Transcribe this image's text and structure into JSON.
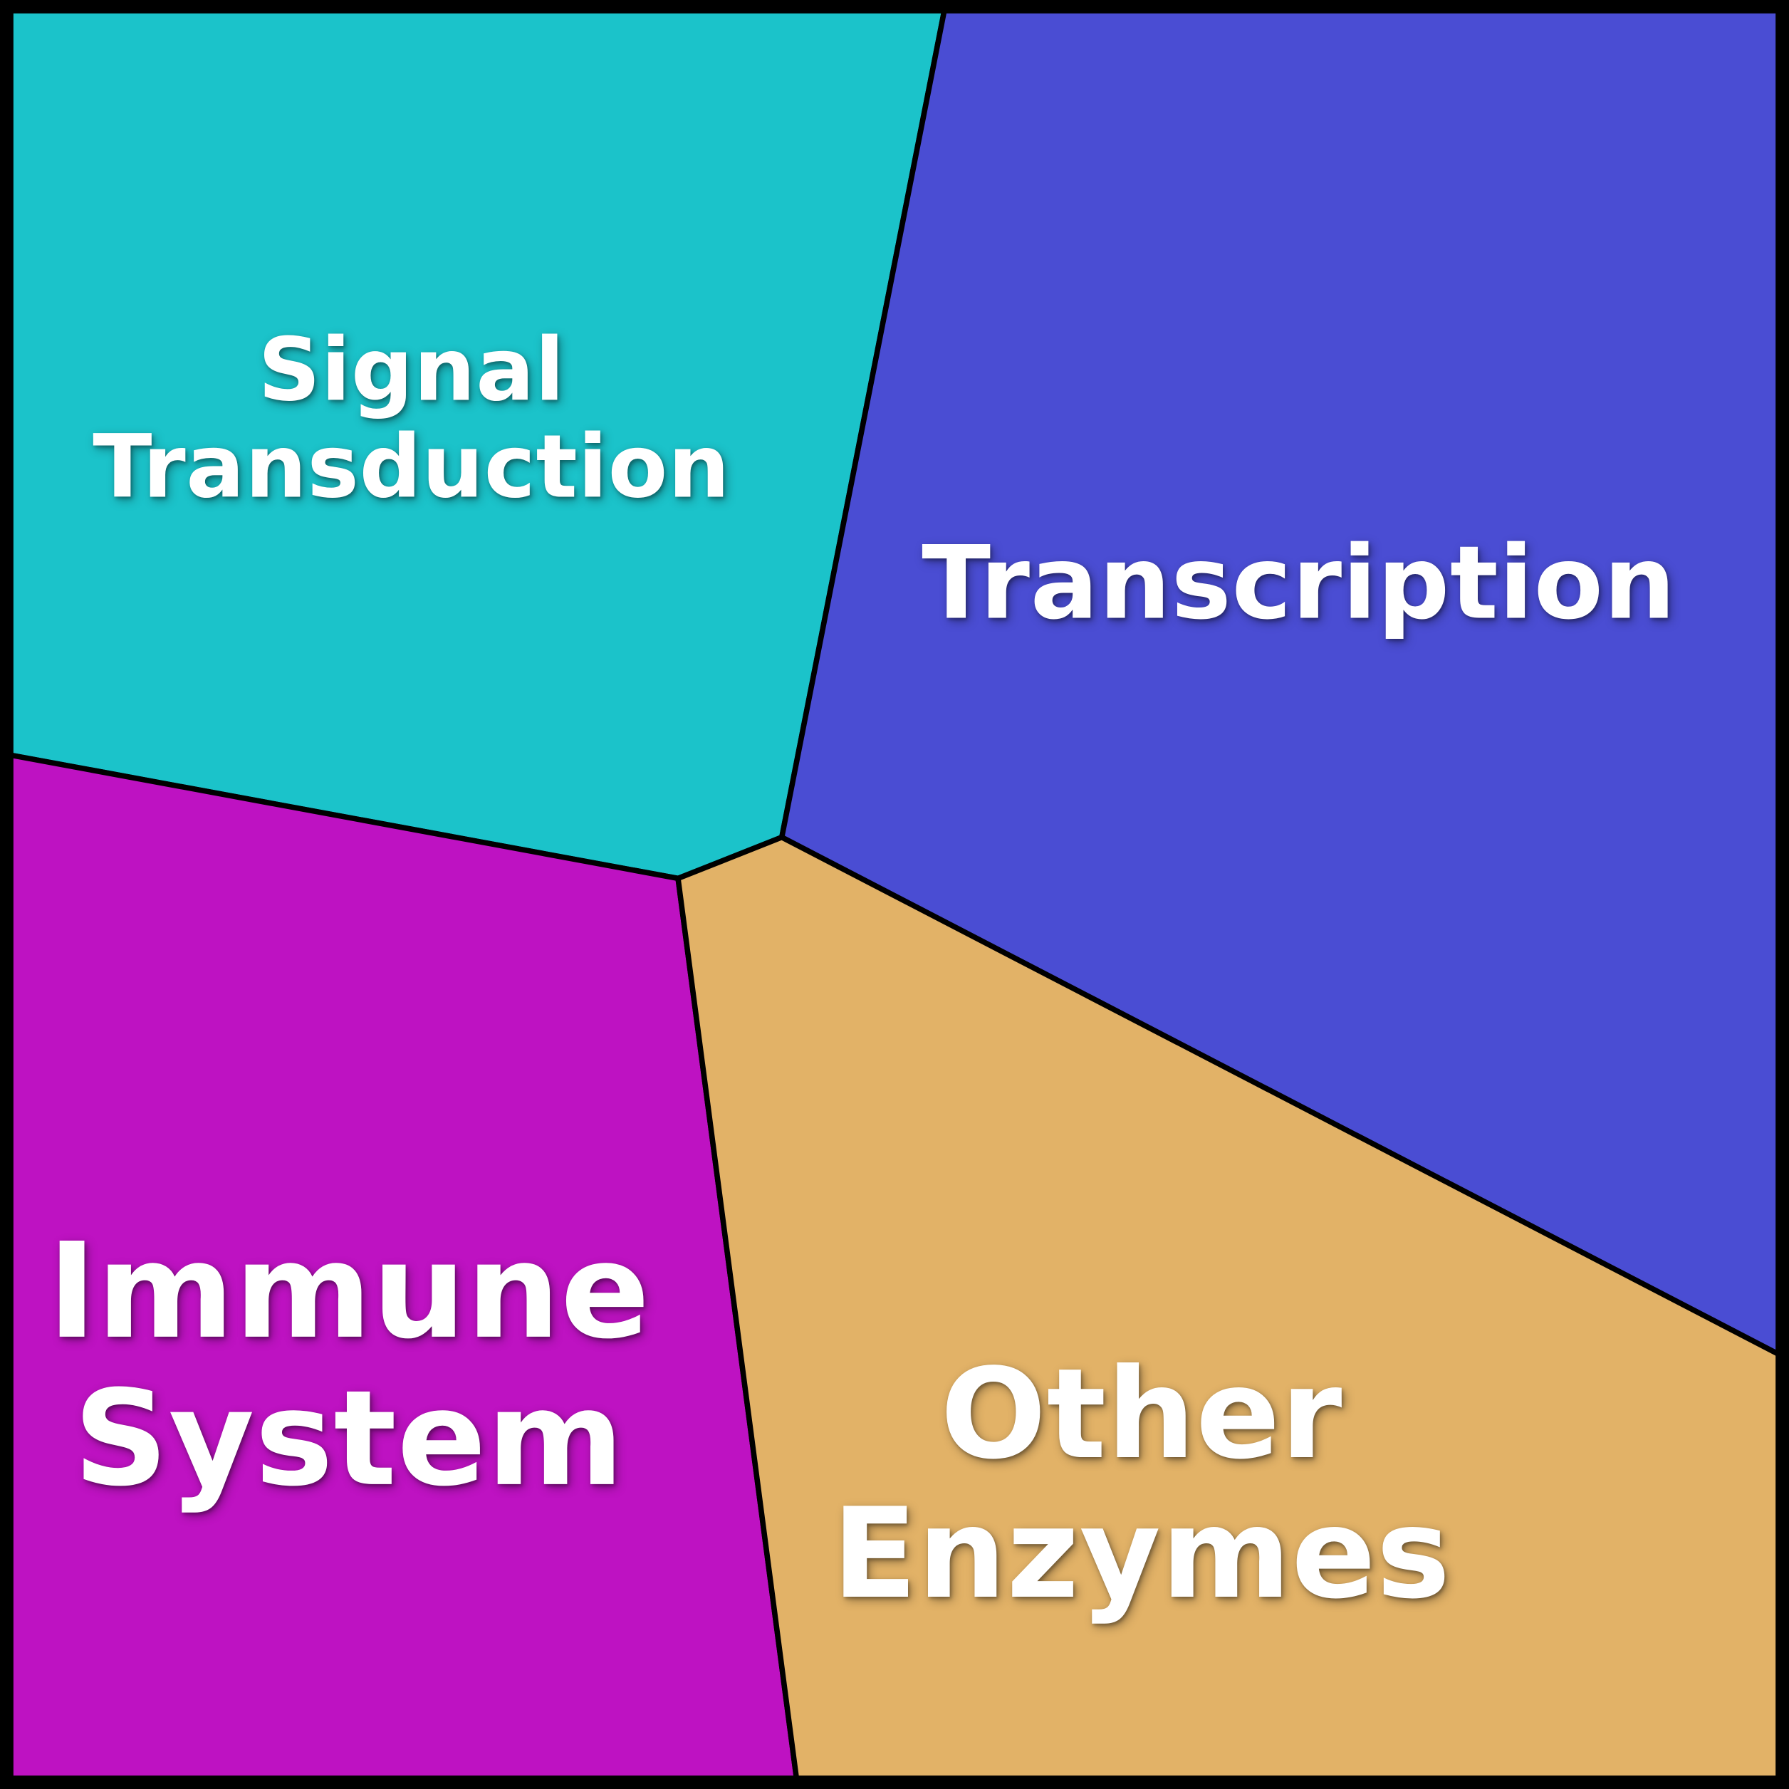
{
  "chart_data": {
    "type": "voronoi-treemap",
    "title": "",
    "legend": "none",
    "background": "#FFFFFF",
    "border_color": "#000000",
    "regions": [
      {
        "label": "Signal Transduction",
        "display": "Signal\nTransduction",
        "color": "#1BC3CA",
        "polygon": [
          [
            0,
            0
          ],
          [
            529,
            0
          ],
          [
            437,
            468
          ],
          [
            379,
            491
          ],
          [
            0,
            421
          ]
        ]
      },
      {
        "label": "Transcription",
        "display": "Transcription",
        "color": "#4A4DD3",
        "polygon": [
          [
            529,
            0
          ],
          [
            1000,
            0
          ],
          [
            1000,
            760
          ],
          [
            437,
            468
          ]
        ]
      },
      {
        "label": "Immune System",
        "display": "Immune\nSystem",
        "color": "#BE12C2",
        "polygon": [
          [
            0,
            421
          ],
          [
            379,
            491
          ],
          [
            446,
            1000
          ],
          [
            0,
            1000
          ]
        ]
      },
      {
        "label": "Other Enzymes",
        "display": "Other\nEnzymes",
        "color": "#E2B267",
        "polygon": [
          [
            437,
            468
          ],
          [
            1000,
            760
          ],
          [
            1000,
            1000
          ],
          [
            446,
            1000
          ],
          [
            379,
            491
          ]
        ]
      }
    ]
  }
}
